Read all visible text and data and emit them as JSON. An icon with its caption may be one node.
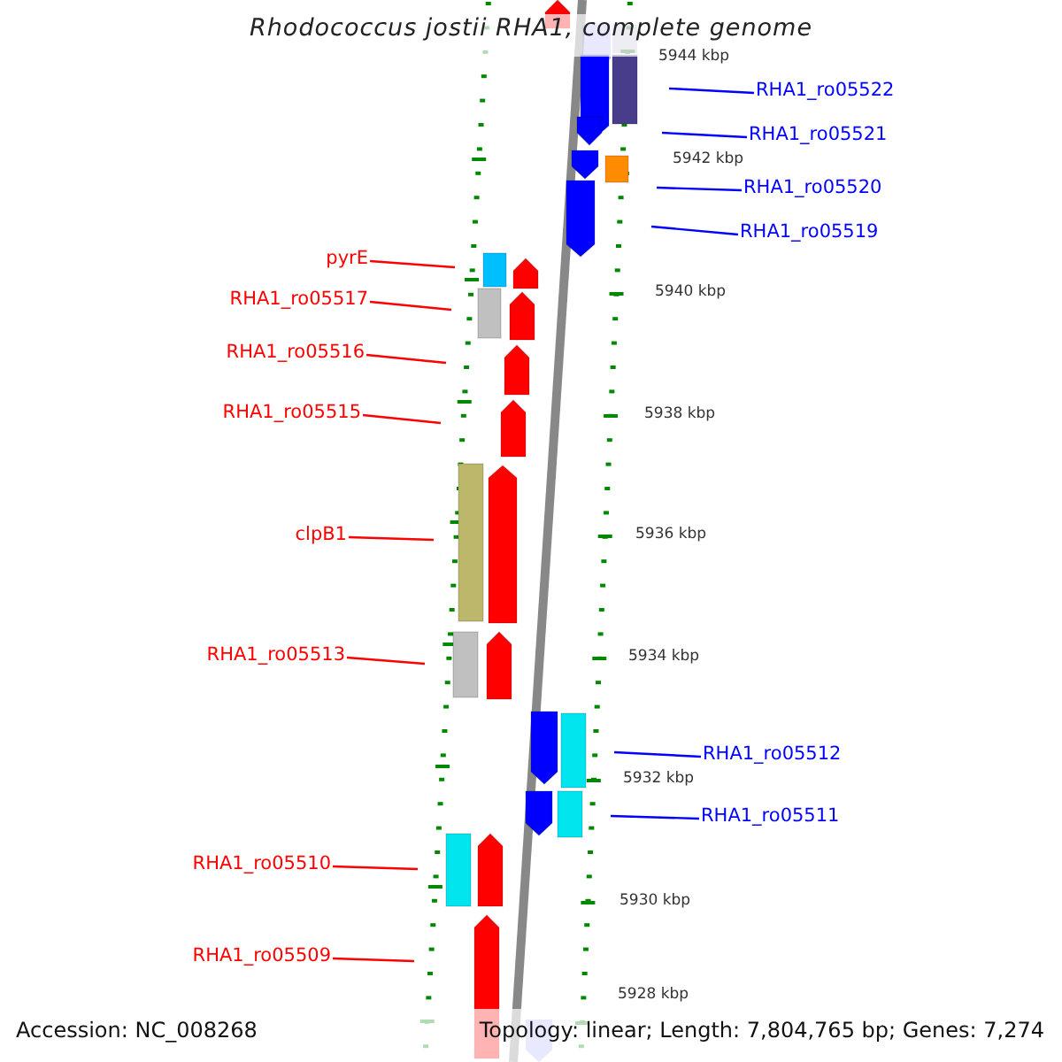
{
  "diagram": {
    "title": "Rhodococcus jostii RHA1, complete genome",
    "nodes": [
      {
        "text": [
          "RHA1_ro05522"
        ]
      },
      {
        "text": [
          "RHA1_ro05521"
        ]
      },
      {
        "text": [
          "RHA1_ro05520"
        ]
      },
      {
        "text": [
          "RHA1_ro05519"
        ]
      },
      {
        "text": [
          "pyrE"
        ]
      },
      {
        "text": [
          "RHA1_ro05517"
        ]
      },
      {
        "text": [
          "RHA1_ro05516"
        ]
      },
      {
        "text": [
          "RHA1_ro05515"
        ]
      },
      {
        "text": [
          "clpB1"
        ]
      },
      {
        "text": [
          "RHA1_ro05513"
        ]
      },
      {
        "text": [
          "RHA1_ro05512"
        ]
      },
      {
        "text": [
          "RHA1_ro05511"
        ]
      },
      {
        "text": [
          "RHA1_ro05510"
        ]
      },
      {
        "text": [
          "RHA1_ro05509"
        ]
      }
    ],
    "edges": [
      {
        "from": 0,
        "to": null,
        "arrow": "none",
        "color": "#0000ff"
      },
      {
        "from": 1,
        "to": null,
        "arrow": "none",
        "color": "#0000ff"
      },
      {
        "from": 2,
        "to": null,
        "arrow": "none",
        "color": "#0000ff"
      },
      {
        "from": 3,
        "to": null,
        "arrow": "none",
        "color": "#0000ff"
      },
      {
        "from": 4,
        "to": null,
        "arrow": "none"
      },
      {
        "from": 5,
        "to": null,
        "arrow": "none"
      },
      {
        "from": 6,
        "to": null,
        "arrow": "none"
      },
      {
        "from": 7,
        "to": null,
        "arrow": "none"
      },
      {
        "from": 8,
        "to": null,
        "arrow": "none"
      },
      {
        "from": 9,
        "to": null,
        "arrow": "none"
      },
      {
        "from": 10,
        "to": null,
        "arrow": "none",
        "color": "#0000ff"
      },
      {
        "from": 11,
        "to": null,
        "arrow": "none",
        "color": "#0000ff"
      },
      {
        "from": 12,
        "to": null,
        "arrow": "none"
      },
      {
        "from": 13,
        "to": null,
        "arrow": "none"
      }
    ],
    "labels": [
      "5944 kbp",
      "5942 kbp",
      "5940 kbp",
      "5938 kbp",
      "5936 kbp",
      "5934 kbp",
      "5932 kbp",
      "5930 kbp",
      "5928 kbp",
      "Accession: NC_008268",
      "Topology: linear; Length: 7,804,765 bp; Genes: 7,274"
    ]
  }
}
